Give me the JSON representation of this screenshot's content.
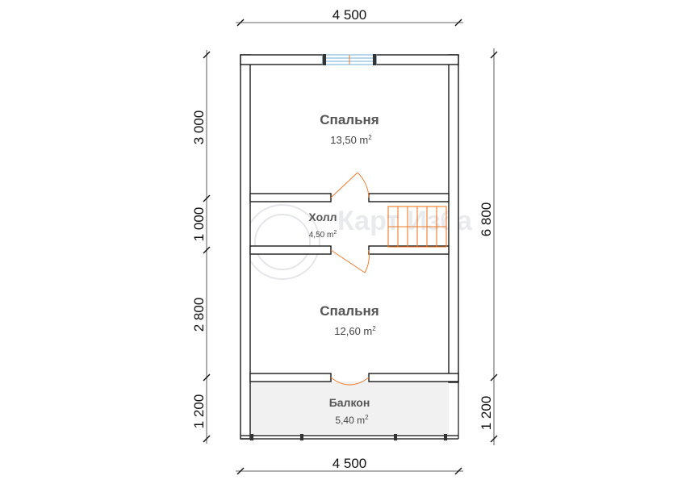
{
  "dimensions": {
    "top_width": "4 500",
    "bottom_width": "4 500",
    "total_height": "6 800",
    "left": [
      "3 000",
      "1 000",
      "2 800",
      "1 200"
    ],
    "right_balcony": "1 200"
  },
  "rooms": [
    {
      "name": "Спальня",
      "area": "13,50 m"
    },
    {
      "name": "Холл",
      "area": "4,50 m"
    },
    {
      "name": "Спальня",
      "area": "12,60 m"
    },
    {
      "name": "Балкон",
      "area": "5,40 m"
    }
  ],
  "area_superscript": "2",
  "watermark": "Карт Изба",
  "colors": {
    "wall_outline": "#1a1a1a",
    "door_and_stair": "#f07a2a",
    "balcony_fill": "#f1f1f1",
    "window": "#6fb0d8"
  }
}
